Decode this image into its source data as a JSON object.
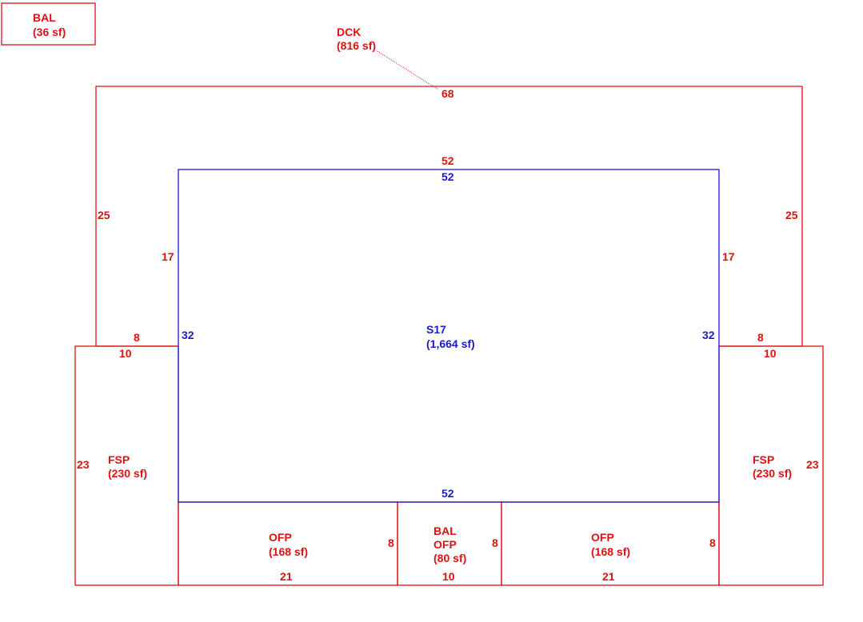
{
  "colors": {
    "exterior": "#dd1111",
    "structure": "#1a1acc"
  },
  "areas": {
    "bal_top": {
      "code": "BAL",
      "area": "(36 sf)"
    },
    "dck": {
      "code": "DCK",
      "area": "(816 sf)"
    },
    "s17": {
      "code": "S17",
      "area": "(1,664 sf)"
    },
    "fsp_left": {
      "code": "FSP",
      "area": "(230 sf)"
    },
    "fsp_right": {
      "code": "FSP",
      "area": "(230 sf)"
    },
    "ofp_left": {
      "code": "OFP",
      "area": "(168 sf)"
    },
    "bal_ofp": {
      "code1": "BAL",
      "code2": "OFP",
      "area": "(80 sf)"
    },
    "ofp_right": {
      "code": "OFP",
      "area": "(168 sf)"
    }
  },
  "dims": {
    "dck_top": "68",
    "dck_inner": "52",
    "dck_left": "25",
    "dck_right": "25",
    "dck_left_inner": "17",
    "dck_right_inner": "17",
    "dck_left_step": "8",
    "dck_right_step": "8",
    "s17_top": "52",
    "s17_left": "32",
    "s17_right": "32",
    "s17_bottom": "52",
    "fsp_left_top": "10",
    "fsp_left_side": "23",
    "fsp_right_top": "10",
    "fsp_right_side": "23",
    "ofp_left_side": "8",
    "ofp_left_bottom": "21",
    "bal_ofp_side": "8",
    "bal_ofp_bottom": "10",
    "ofp_right_side": "8",
    "ofp_right_bottom": "21"
  }
}
